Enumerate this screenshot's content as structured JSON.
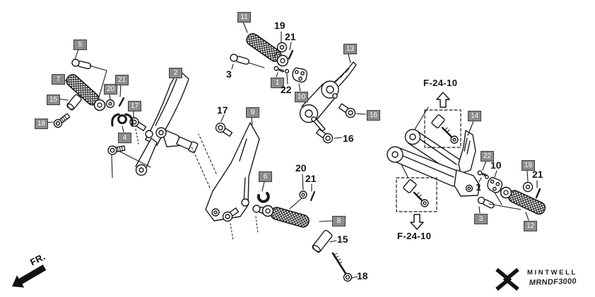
{
  "diagram": {
    "direction_label": "FR.",
    "frame_refs": {
      "top": "F-24-10",
      "bottom": "F-24-10"
    },
    "boxed_callouts": [
      {
        "text": "5"
      },
      {
        "text": "7"
      },
      {
        "text": "15"
      },
      {
        "text": "18"
      },
      {
        "text": "20"
      },
      {
        "text": "21"
      },
      {
        "text": "17"
      },
      {
        "text": "4"
      },
      {
        "text": "2"
      },
      {
        "text": "11"
      },
      {
        "text": "1"
      },
      {
        "text": "10"
      },
      {
        "text": "13"
      },
      {
        "text": "16"
      },
      {
        "text": "9"
      },
      {
        "text": "6"
      },
      {
        "text": "8"
      },
      {
        "text": "14"
      },
      {
        "text": "22"
      },
      {
        "text": "19"
      },
      {
        "text": "3"
      },
      {
        "text": "12"
      }
    ],
    "text_callouts": [
      {
        "text": "3"
      },
      {
        "text": "19"
      },
      {
        "text": "21"
      },
      {
        "text": "22"
      },
      {
        "text": "17"
      },
      {
        "text": "16"
      },
      {
        "text": "20"
      },
      {
        "text": "21"
      },
      {
        "text": "15"
      },
      {
        "text": "18"
      },
      {
        "text": "10"
      },
      {
        "text": "1"
      },
      {
        "text": "21"
      }
    ],
    "brand": {
      "name": "MINTWELL",
      "code": "MRNDF3000"
    },
    "icons": {
      "front_direction_arrow": "solid-arrow-front-left",
      "frame_ref_arrow_up": "hollow-arrow-up",
      "frame_ref_arrow_down": "hollow-arrow-down",
      "brand_mark": "hourglass-chevrons"
    },
    "colors": {
      "background": "#ffffff",
      "line_art": "#1a1a1a",
      "callout_box_bg": "#8c8c8c",
      "callout_box_border": "#3c3c3c",
      "callout_box_text": "#ffffff",
      "text": "#141414"
    }
  }
}
